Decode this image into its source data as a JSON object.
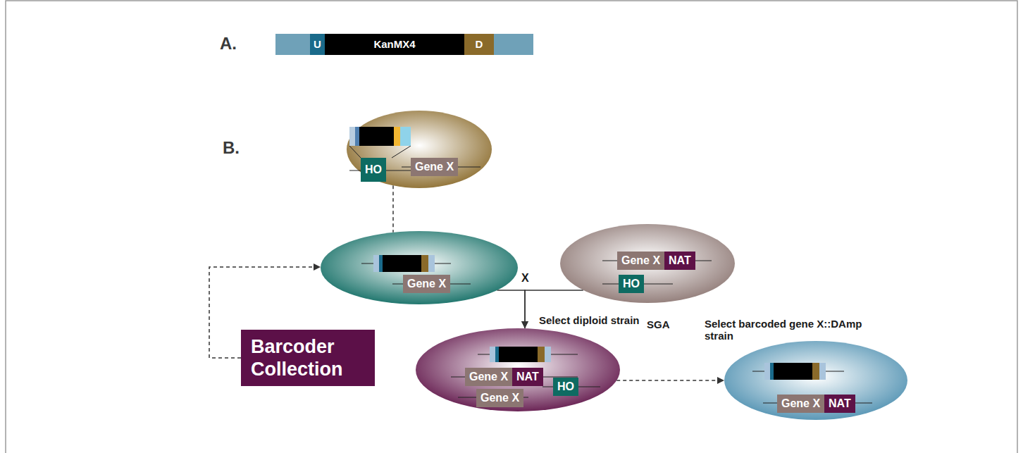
{
  "diagram": {
    "nodes": [
      {
        "text": [
          "U"
        ]
      },
      {
        "text": [
          "KanMX4"
        ]
      },
      {
        "text": [
          "D"
        ]
      },
      {
        "text": []
      },
      {
        "text": [
          "HO"
        ],
        "in": 3
      },
      {
        "text": [
          "Gene X"
        ],
        "in": 3
      },
      {
        "text": []
      },
      {
        "text": [
          "Gene X"
        ],
        "in": 6
      },
      {
        "text": []
      },
      {
        "text": [
          "Gene X"
        ],
        "in": 8
      },
      {
        "text": [
          "NAT"
        ],
        "in": 8
      },
      {
        "text": [
          "HO"
        ],
        "in": 8
      },
      {
        "text": [
          "Barcoder Collection"
        ]
      },
      {
        "text": []
      },
      {
        "text": [
          "Gene X"
        ],
        "in": 13
      },
      {
        "text": [
          "NAT"
        ],
        "in": 13
      },
      {
        "text": [
          "Gene X"
        ],
        "in": 13
      },
      {
        "text": [
          "HO"
        ],
        "in": 13
      },
      {
        "text": []
      },
      {
        "text": [
          "Gene X"
        ],
        "in": 18
      },
      {
        "text": [
          "NAT"
        ],
        "in": 18
      }
    ],
    "edges": [
      {
        "from": 3,
        "to": 6,
        "arrow": "none"
      },
      {
        "from": 12,
        "to": 6,
        "arrow": "to"
      },
      {
        "from": 6,
        "to": 13,
        "arrow": "to"
      },
      {
        "from": 8,
        "to": 13,
        "arrow": "to"
      },
      {
        "from": 13,
        "to": 18,
        "arrow": "to"
      }
    ],
    "labels": [
      "A.",
      "B.",
      "X",
      "Select diploid strain",
      "SGA",
      "Select barcoded gene X::DAmp strain"
    ]
  }
}
